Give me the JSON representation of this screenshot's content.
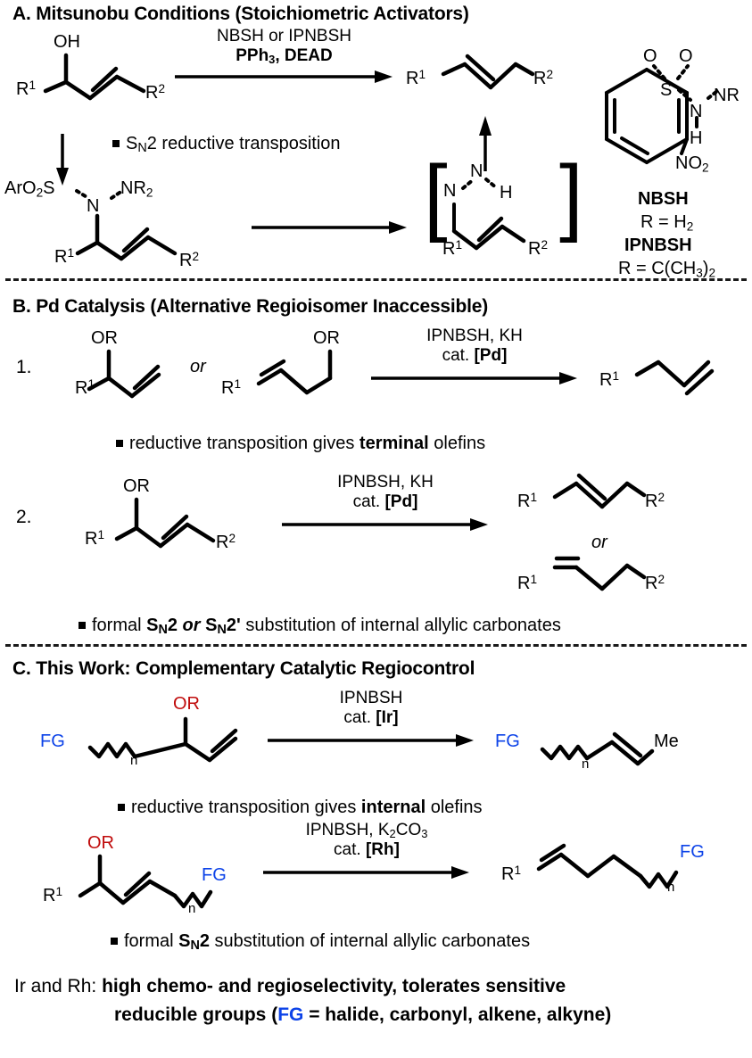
{
  "figure": {
    "title_hidden": "",
    "bond_color": "#000000",
    "accent_red": "#C00B0B",
    "accent_blue": "#0D43E8"
  },
  "sections": {
    "a": {
      "heading": "A. Mitsunobu Conditions (Stoichiometric Activators)",
      "conditions_line1": "NBSH or IPNBSH",
      "conditions_line2_bold": "PPh₃, DEAD",
      "bullet": "Sₙ·2 reductive transposition",
      "bullet_prefix": "S",
      "bullet_sub": "N",
      "bullet_suffix": "2 reductive transposition",
      "substrate": {
        "oh_label": "OH",
        "r1": "R",
        "r1_sup": "1",
        "r2": "R",
        "r2_sup": "2"
      },
      "product": {
        "r1": "R",
        "r1_sup": "1",
        "r2": "R",
        "r2_sup": "2"
      },
      "sulfonyl_hydrazide": {
        "left_label": "ArO₂S",
        "left_label_main": "ArO",
        "left_label_sub": "2",
        "left_label_tail": "S",
        "n_label": "N",
        "nr2_main": "NR",
        "nr2_sub": "2",
        "r1": "R",
        "r1_sup": "1",
        "r2": "R",
        "r2_sup": "2"
      },
      "intermediate": {
        "bracket_open": "[",
        "bracket_close": "]",
        "n1": "N",
        "n2": "N",
        "h": "H",
        "r1": "R",
        "r1_sup": "1",
        "r2": "R",
        "r2_sup": "2"
      },
      "reagent_structure": {
        "o_left": "O",
        "o_right": "O",
        "s": "S",
        "n": "N",
        "h": "H",
        "nr": "NR",
        "no2_main": "NO",
        "no2_sub": "2",
        "name1": "NBSH",
        "name1_def_main": "R = H",
        "name1_def_sub": "2",
        "name2": "IPNBSH",
        "name2_def_main": "R = C(CH",
        "name2_def_sub3": "3",
        "name2_def_close": ")",
        "name2_def_sub2": "2"
      }
    },
    "b": {
      "heading": "B. Pd Catalysis (Alternative Regioisomer Inaccessible)",
      "entry1": {
        "number": "1.",
        "or_label": "OR",
        "or_label_2": "OR",
        "or_word": "or",
        "r1": "R",
        "r1_sup": "1",
        "r1b": "R",
        "r1b_sup": "1",
        "cond_line1": "IPNBSH, KH",
        "cond_line2_prefix": "cat. ",
        "cond_line2_bold": "[Pd]",
        "product_r1": "R",
        "product_r1_sup": "1",
        "bullet_pre": "reductive transposition gives ",
        "bullet_bold": "terminal",
        "bullet_post": " olefins"
      },
      "entry2": {
        "number": "2.",
        "or_label": "OR",
        "r1": "R",
        "r1_sup": "1",
        "r2": "R",
        "r2_sup": "2",
        "cond_line1": "IPNBSH, KH",
        "cond_line2_prefix": "cat. ",
        "cond_line2_bold": "[Pd]",
        "or_word": "or",
        "p1_r1": "R",
        "p1_r1_sup": "1",
        "p1_r2": "R",
        "p1_r2_sup": "2",
        "p2_r1": "R",
        "p2_r1_sup": "1",
        "p2_r2": "R",
        "p2_r2_sup": "2",
        "bullet_pre": "formal ",
        "bullet_sn2a_main": "S",
        "bullet_sn2a_sub": "N",
        "bullet_sn2a_tail": "2",
        "bullet_or": " or ",
        "bullet_sn2b_main": "S",
        "bullet_sn2b_sub": "N",
        "bullet_sn2b_tail": "2'",
        "bullet_post": " substitution of internal allylic carbonates"
      }
    },
    "c": {
      "heading": "C. This Work: Complementary Catalytic Regiocontrol",
      "entry1": {
        "fg": "FG",
        "n_sub": "n",
        "or_label": "OR",
        "cond_line1": "IPNBSH",
        "cond_line2_prefix": "cat. ",
        "cond_line2_bold": "[Ir]",
        "product_fg": "FG",
        "product_n_sub": "n",
        "product_me": "Me",
        "bullet_pre": "reductive transposition gives ",
        "bullet_bold": "internal",
        "bullet_post": " olefins"
      },
      "entry2": {
        "or_label": "OR",
        "r1": "R",
        "r1_sup": "1",
        "fg": "FG",
        "n_sub": "n",
        "cond_line1_main": "IPNBSH, K",
        "cond_line1_sub2": "2",
        "cond_line1_co": "CO",
        "cond_line1_sub3": "3",
        "cond_line2_prefix": "cat. ",
        "cond_line2_bold": "[Rh]",
        "product_r1": "R",
        "product_r1_sup": "1",
        "product_fg": "FG",
        "product_n_sub": "n",
        "bullet_pre": "formal ",
        "bullet_sn2_main": "S",
        "bullet_sn2_sub": "N",
        "bullet_sn2_tail": "2",
        "bullet_post": " substitution of internal allylic carbonates"
      },
      "summary": {
        "lead": "Ir and Rh:",
        "line1_bold": "high chemo- and regioselectivity, tolerates sensitive",
        "line2_bold_a": "reducible groups (",
        "line2_fg": "FG",
        "line2_bold_b": " = halide, carbonyl, alkene, alkyne)"
      }
    }
  }
}
